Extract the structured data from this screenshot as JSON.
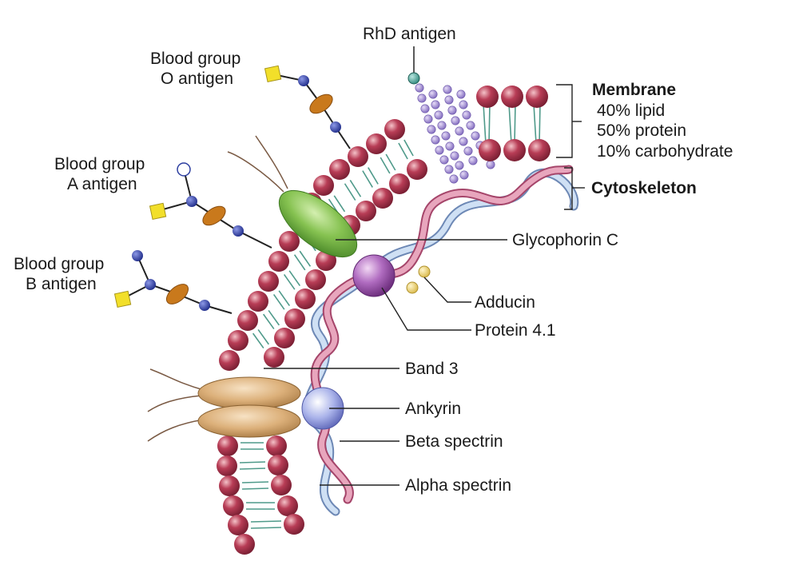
{
  "labels": {
    "rhd": "RhD antigen",
    "o_line1": "Blood group",
    "o_line2": "O antigen",
    "a_line1": "Blood group",
    "a_line2": "A antigen",
    "b_line1": "Blood group",
    "b_line2": "B antigen",
    "membrane_title": "Membrane",
    "membrane_lipid": "40% lipid",
    "membrane_protein": "50% protein",
    "membrane_carb": "10% carbohydrate",
    "cytoskeleton": "Cytoskeleton",
    "glycophorin": "Glycophorin C",
    "adducin": "Adducin",
    "protein41": "Protein 4.1",
    "band3": "Band 3",
    "ankyrin": "Ankyrin",
    "beta_spectrin": "Beta spectrin",
    "alpha_spectrin": "Alpha spectrin"
  },
  "colors": {
    "lipid_head": "#a8324a",
    "lipid_tail": "#4f9a8a",
    "glycophorin": "#7dbb4c",
    "band3": "#d9ae78",
    "protein41": "#9c4fa6",
    "ankyrin": "#9aa3e0",
    "alpha_spectrin": "#a8c6e8",
    "beta_spectrin": "#d97a9a",
    "adducin": "#f0d98a",
    "sugar_square": "#f2df2a",
    "sugar_dot": "#2c3ea0",
    "sugar_oval": "#c9791c",
    "rhd_residue": "#9a84cf"
  }
}
